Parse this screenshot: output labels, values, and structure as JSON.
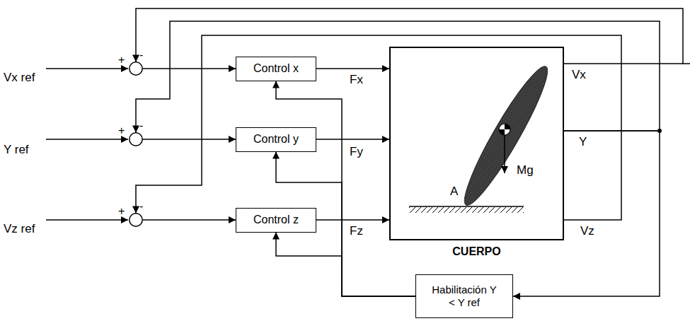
{
  "diagram": {
    "nodes": [
      {
        "text": [
          "+",
          "-"
        ]
      },
      {
        "text": [
          "Control x"
        ]
      },
      {
        "text": [
          "+",
          "-"
        ]
      },
      {
        "text": [
          "Control y"
        ]
      },
      {
        "text": [
          "+",
          "-"
        ]
      },
      {
        "text": [
          "Control z"
        ]
      },
      {
        "text": [
          "CUERPO"
        ]
      },
      {
        "text": [
          "Habilitación Y < Y ref"
        ]
      }
    ],
    "edges": [
      {
        "from": 0,
        "to": 1,
        "arrow": "to"
      },
      {
        "from": 1,
        "to": 6,
        "arrow": "to",
        "label": "Fx"
      },
      {
        "from": 2,
        "to": 3,
        "arrow": "to"
      },
      {
        "from": 3,
        "to": 6,
        "arrow": "to",
        "label": "Fy"
      },
      {
        "from": 4,
        "to": 5,
        "arrow": "to"
      },
      {
        "from": 5,
        "to": 6,
        "arrow": "to",
        "label": "Fz"
      },
      {
        "from": 6,
        "to": 0,
        "arrow": "to"
      },
      {
        "from": 6,
        "to": 2,
        "arrow": "to"
      },
      {
        "from": 6,
        "to": 4,
        "arrow": "to"
      },
      {
        "from": 6,
        "to": 7,
        "arrow": "to"
      },
      {
        "from": 7,
        "to": 1,
        "arrow": "to"
      },
      {
        "from": 7,
        "to": 3,
        "arrow": "to"
      },
      {
        "from": 7,
        "to": 5,
        "arrow": "to"
      }
    ],
    "labels": [
      "Vx ref",
      "Y ref",
      "Vz ref",
      "Vx",
      "Y",
      "Vz",
      "Mg",
      "A"
    ]
  }
}
